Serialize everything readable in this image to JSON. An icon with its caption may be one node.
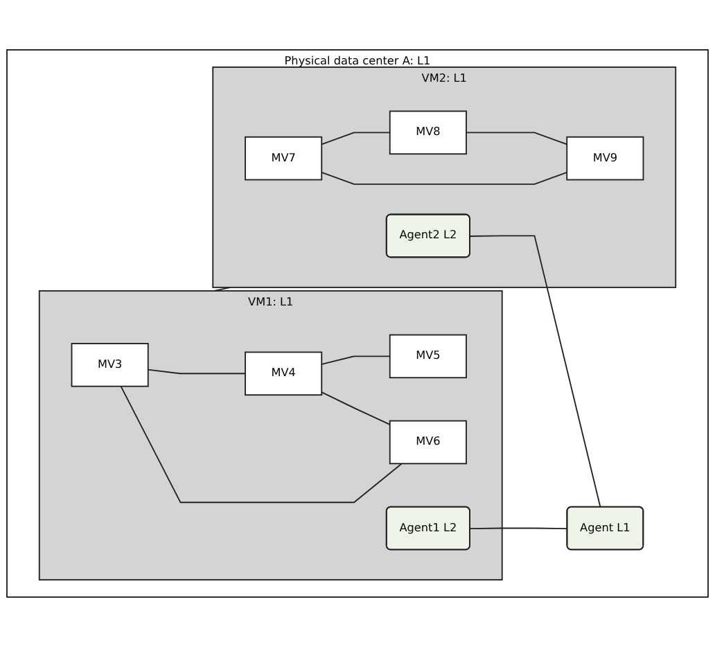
{
  "diagram": {
    "nodes": [
      {
        "text": [
          "Physical data center A: L1"
        ]
      },
      {
        "text": [
          "VM1: L1"
        ],
        "in": 0
      },
      {
        "text": [
          "MV3"
        ],
        "in": 1
      },
      {
        "text": [
          "MV4"
        ],
        "in": 1
      },
      {
        "text": [
          "MV5"
        ],
        "in": 1
      },
      {
        "text": [
          "MV6"
        ],
        "in": 1
      },
      {
        "text": [
          "Agent1 L2"
        ],
        "in": 1
      },
      {
        "text": [
          "VM2: L1"
        ],
        "in": 0
      },
      {
        "text": [
          "MV7"
        ],
        "in": 7
      },
      {
        "text": [
          "MV8"
        ],
        "in": 7
      },
      {
        "text": [
          "MV9"
        ],
        "in": 7
      },
      {
        "text": [
          "Agent2 L2"
        ],
        "in": 7
      },
      {
        "text": [
          "Agent L1"
        ],
        "in": 0
      }
    ],
    "edges": [
      {
        "from": 2,
        "to": 3,
        "arrow": "none"
      },
      {
        "from": 3,
        "to": 4,
        "arrow": "none"
      },
      {
        "from": 3,
        "to": 5,
        "arrow": "none"
      },
      {
        "from": 2,
        "to": 5,
        "arrow": "none"
      },
      {
        "from": 1,
        "to": 7,
        "arrow": "none"
      },
      {
        "from": 6,
        "to": 12,
        "arrow": "none"
      },
      {
        "from": 11,
        "to": 12,
        "arrow": "none"
      },
      {
        "from": 8,
        "to": 9,
        "arrow": "none"
      },
      {
        "from": 9,
        "to": 10,
        "arrow": "none"
      },
      {
        "from": 8,
        "to": 10,
        "arrow": "none"
      }
    ]
  }
}
